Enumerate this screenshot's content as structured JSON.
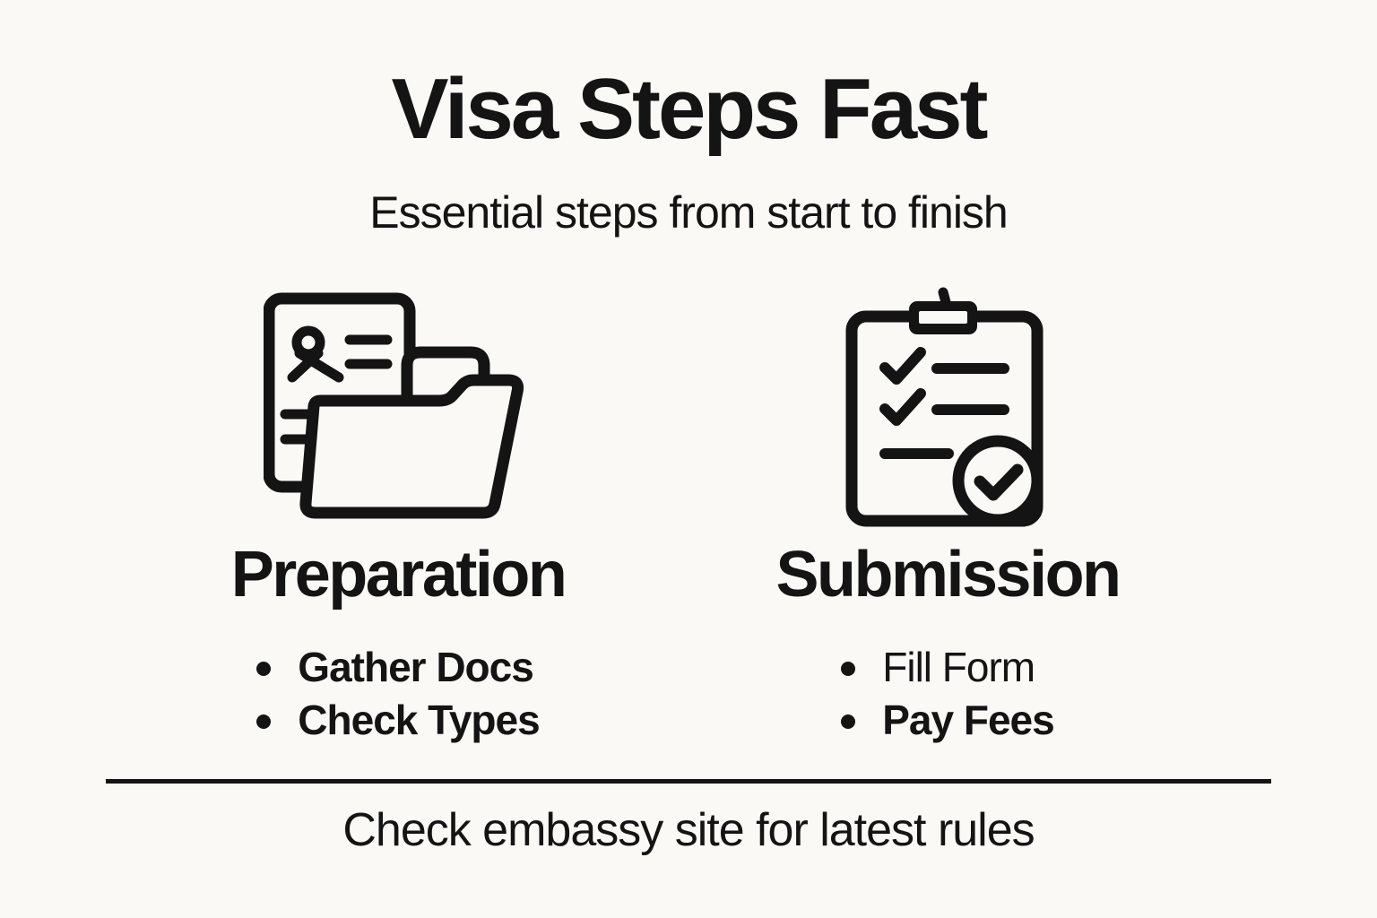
{
  "page": {
    "background_color": "#FAF9F5",
    "ink_color": "#141414"
  },
  "header": {
    "title": "Visa Steps Fast",
    "subtitle": "Essential steps from start to finish"
  },
  "glyphs": {
    "bullet": "•"
  },
  "columns": [
    {
      "icon": "documents-folder-icon",
      "heading": "Preparation",
      "bullets": [
        "Gather Docs",
        "Check Types"
      ]
    },
    {
      "icon": "checklist-clipboard-icon",
      "heading": "Submission",
      "bullets": [
        "Fill Form",
        "Pay Fees"
      ]
    }
  ],
  "footer": {
    "note": "Check embassy site for latest rules"
  }
}
